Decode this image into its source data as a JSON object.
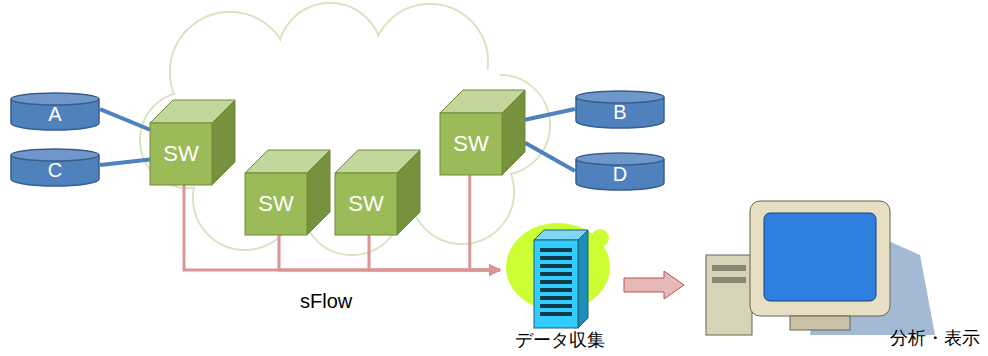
{
  "diagram": {
    "nodes": [
      {
        "text": [
          "A"
        ]
      },
      {
        "text": [
          "C"
        ]
      },
      {
        "text": [
          "SW"
        ]
      },
      {
        "text": [
          "SW"
        ]
      },
      {
        "text": [
          "SW"
        ]
      },
      {
        "text": [
          "SW"
        ]
      },
      {
        "text": [
          "B"
        ]
      },
      {
        "text": [
          "D"
        ]
      },
      {
        "text": [
          "データ収集"
        ]
      },
      {
        "text": [
          "分析・表示"
        ]
      }
    ],
    "edges": [
      {
        "from": 0,
        "to": 2,
        "arrow": "none"
      },
      {
        "from": 1,
        "to": 2,
        "arrow": "none"
      },
      {
        "from": 5,
        "to": 6,
        "arrow": "none"
      },
      {
        "from": 5,
        "to": 7,
        "arrow": "none"
      },
      {
        "from": 2,
        "to": 8,
        "arrow": "to"
      },
      {
        "from": 3,
        "to": 8,
        "arrow": "to"
      },
      {
        "from": 4,
        "to": 8,
        "arrow": "to"
      },
      {
        "from": 5,
        "to": 8,
        "arrow": "to"
      },
      {
        "from": 8,
        "to": 9,
        "arrow": "to"
      }
    ],
    "labels": [
      "sFlow"
    ]
  }
}
